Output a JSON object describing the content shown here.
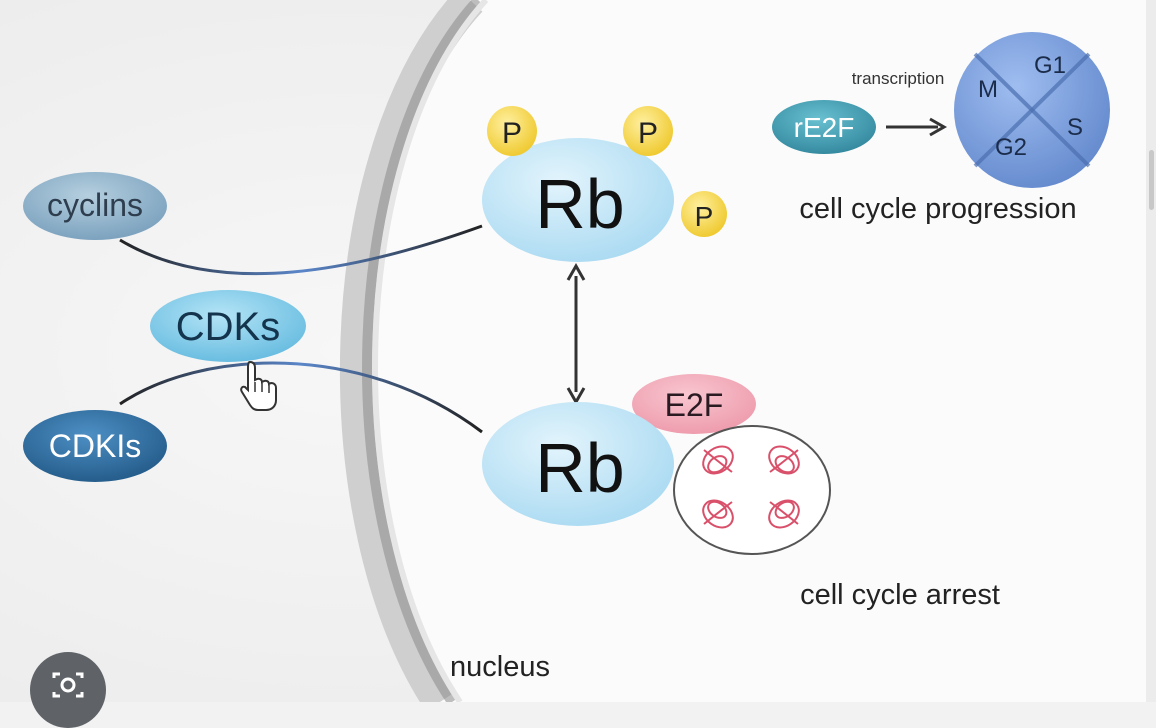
{
  "labels": {
    "cyclins": "cyclins",
    "cdks": "CDKs",
    "cdkis": "CDKIs",
    "rb_top": "Rb",
    "rb_bottom": "Rb",
    "phosphate": "P",
    "e2f": "E2F",
    "re2f": "rE2F",
    "transcription": "transcription",
    "phase_g1": "G1",
    "phase_m": "M",
    "phase_s": "S",
    "phase_g2": "G2",
    "progression": "cell cycle progression",
    "arrest": "cell cycle arrest",
    "nucleus": "nucleus"
  },
  "colors": {
    "cyclins": "#8fb3cc",
    "cdks": "#7ac8e6",
    "cdkis": "#2a6fa5",
    "rb": "#b8e2f5",
    "phosphate": "#f4d130",
    "e2f": "#f2a6b4",
    "re2f": "#3d9db3",
    "cell_cycle": "#6f9ad9",
    "dna": "#d9506a"
  },
  "icons": {
    "cursor": "hand-pointer-icon",
    "lens": "google-lens-icon"
  }
}
